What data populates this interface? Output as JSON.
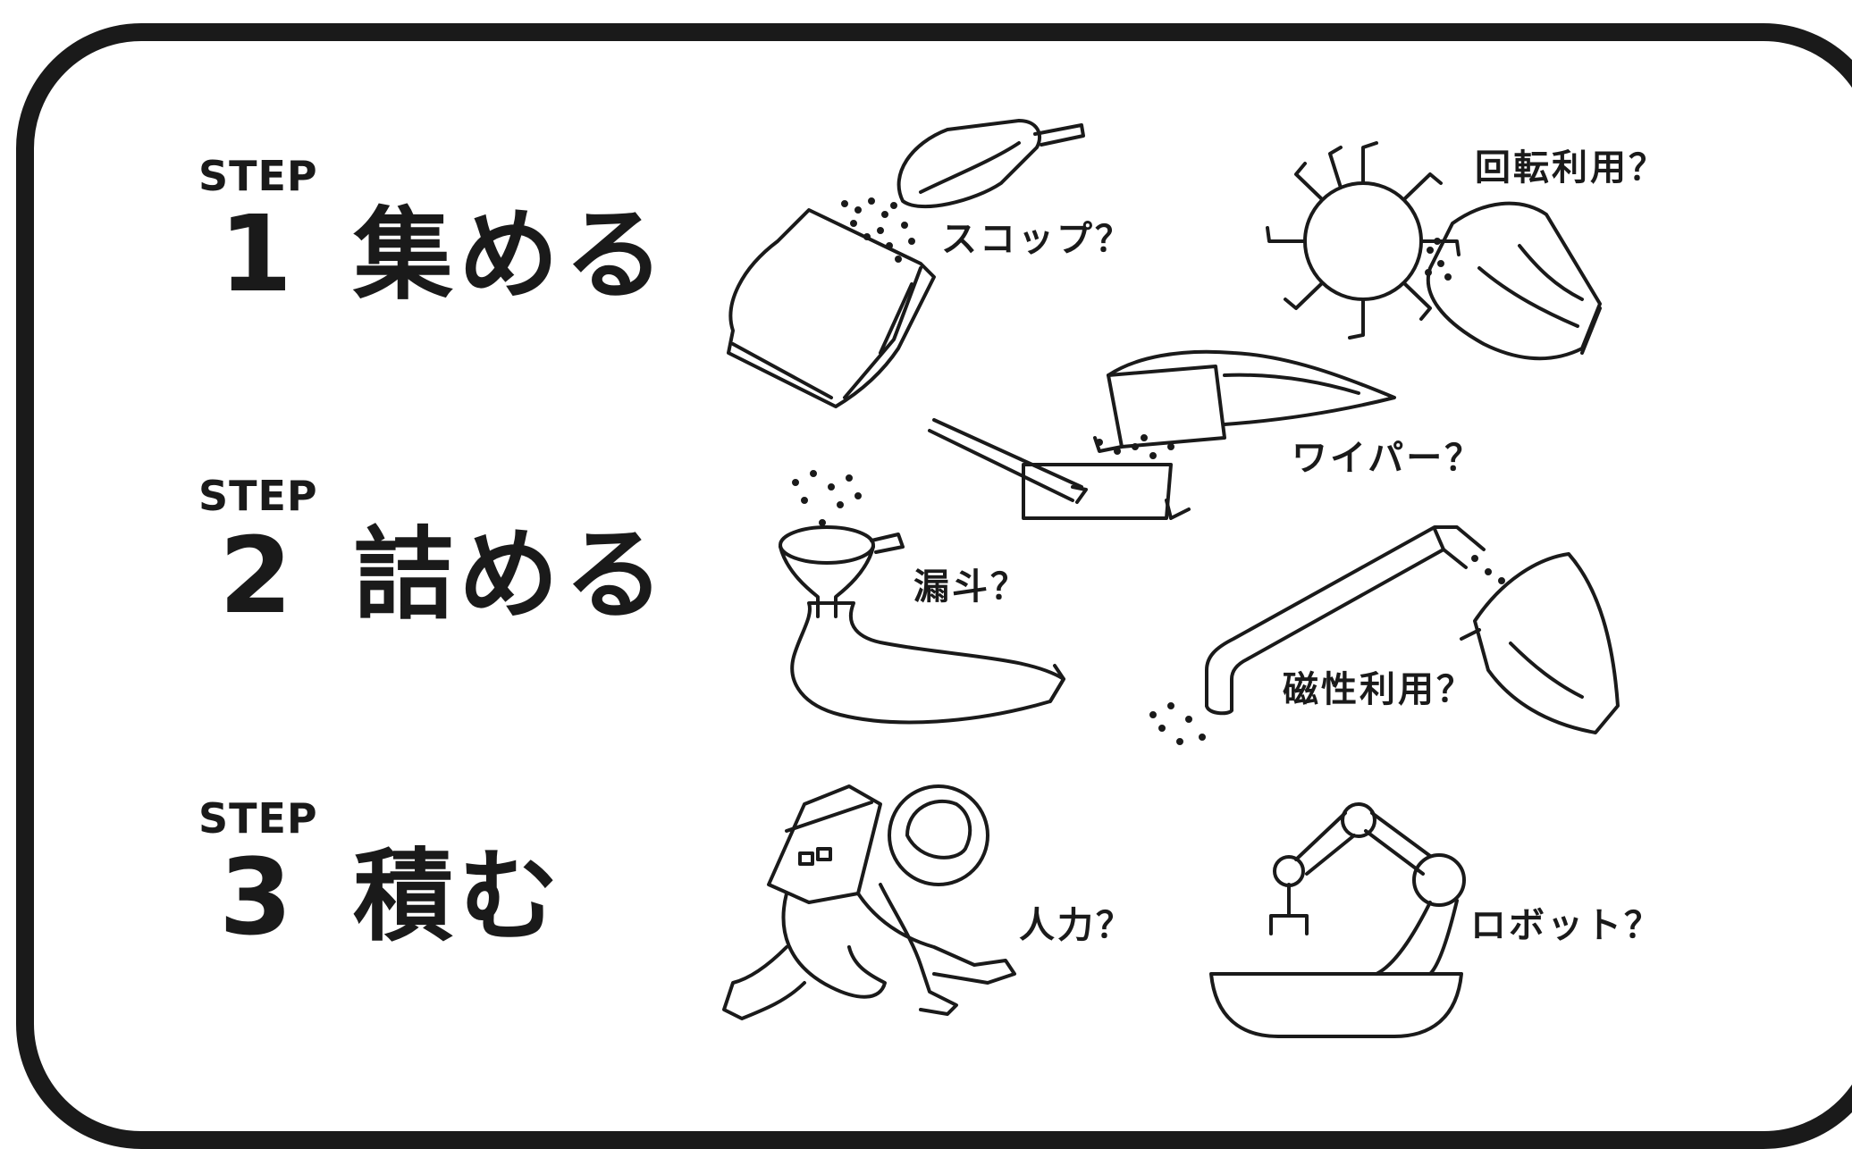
{
  "steps": [
    {
      "label": "STEP",
      "number": "1",
      "title": "集める"
    },
    {
      "label": "STEP",
      "number": "2",
      "title": "詰める"
    },
    {
      "label": "STEP",
      "number": "3",
      "title": "積む"
    }
  ],
  "tools": {
    "scoop": "スコップ？",
    "rotation": "回転利用？",
    "wiper": "ワイパー？",
    "funnel": "漏斗？",
    "magnetism": "磁性利用？",
    "manpower": "人力？",
    "robot": "ロボット？"
  },
  "colors": {
    "line": "#1a1a1a",
    "background": "#ffffff"
  }
}
